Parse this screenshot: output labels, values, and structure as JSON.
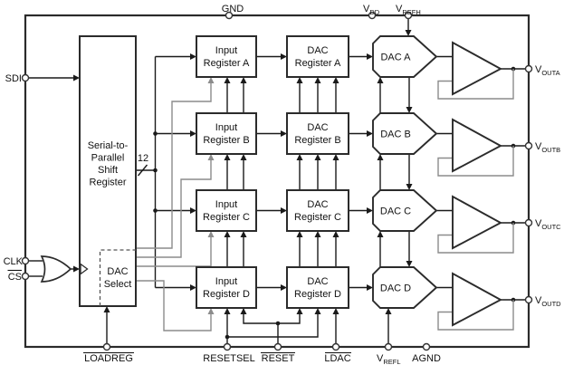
{
  "pins": {
    "top": [
      {
        "id": "gnd",
        "label": "GND"
      },
      {
        "id": "vdd",
        "base": "V",
        "sub": "DD"
      },
      {
        "id": "vrefh",
        "base": "V",
        "sub": "REFH"
      }
    ],
    "left": [
      {
        "id": "sdi",
        "label": "SDI",
        "overline": false
      },
      {
        "id": "clk",
        "label": "CLK",
        "overline": false
      },
      {
        "id": "cs",
        "label": "CS",
        "overline": true
      }
    ],
    "bottom": [
      {
        "id": "loadreg",
        "label": "LOADREG",
        "overline": true
      },
      {
        "id": "resetsel",
        "label": "RESETSEL",
        "overline": false
      },
      {
        "id": "reset",
        "label": "RESET",
        "overline": true
      },
      {
        "id": "ldac",
        "label": "LDAC",
        "overline": true
      },
      {
        "id": "vrefl",
        "base": "V",
        "sub": "REFL"
      },
      {
        "id": "agnd",
        "label": "AGND",
        "overline": false
      }
    ],
    "right": [
      {
        "id": "vouta",
        "base": "V",
        "sub": "OUTA"
      },
      {
        "id": "voutb",
        "base": "V",
        "sub": "OUTB"
      },
      {
        "id": "voutc",
        "base": "V",
        "sub": "OUTC"
      },
      {
        "id": "voutd",
        "base": "V",
        "sub": "OUTD"
      }
    ]
  },
  "blocks": {
    "shift_register": {
      "lines": [
        "Serial-to-",
        "Parallel",
        "Shift",
        "Register"
      ]
    },
    "dac_select": {
      "lines": [
        "DAC",
        "Select"
      ]
    },
    "input_registers": [
      {
        "line1": "Input",
        "line2": "Register A"
      },
      {
        "line1": "Input",
        "line2": "Register B"
      },
      {
        "line1": "Input",
        "line2": "Register C"
      },
      {
        "line1": "Input",
        "line2": "Register D"
      }
    ],
    "dac_registers": [
      {
        "line1": "DAC",
        "line2": "Register A"
      },
      {
        "line1": "DAC",
        "line2": "Register B"
      },
      {
        "line1": "DAC",
        "line2": "Register C"
      },
      {
        "line1": "DAC",
        "line2": "Register D"
      }
    ],
    "dacs": [
      {
        "label": "DAC A"
      },
      {
        "label": "DAC B"
      },
      {
        "label": "DAC C"
      },
      {
        "label": "DAC D"
      }
    ]
  },
  "annotations": {
    "bus_width": "12"
  },
  "colors": {
    "wire": "#1a1a1a",
    "select_wire": "#8c8c8c",
    "outline": "#2b2b2b",
    "background": "#ffffff"
  }
}
